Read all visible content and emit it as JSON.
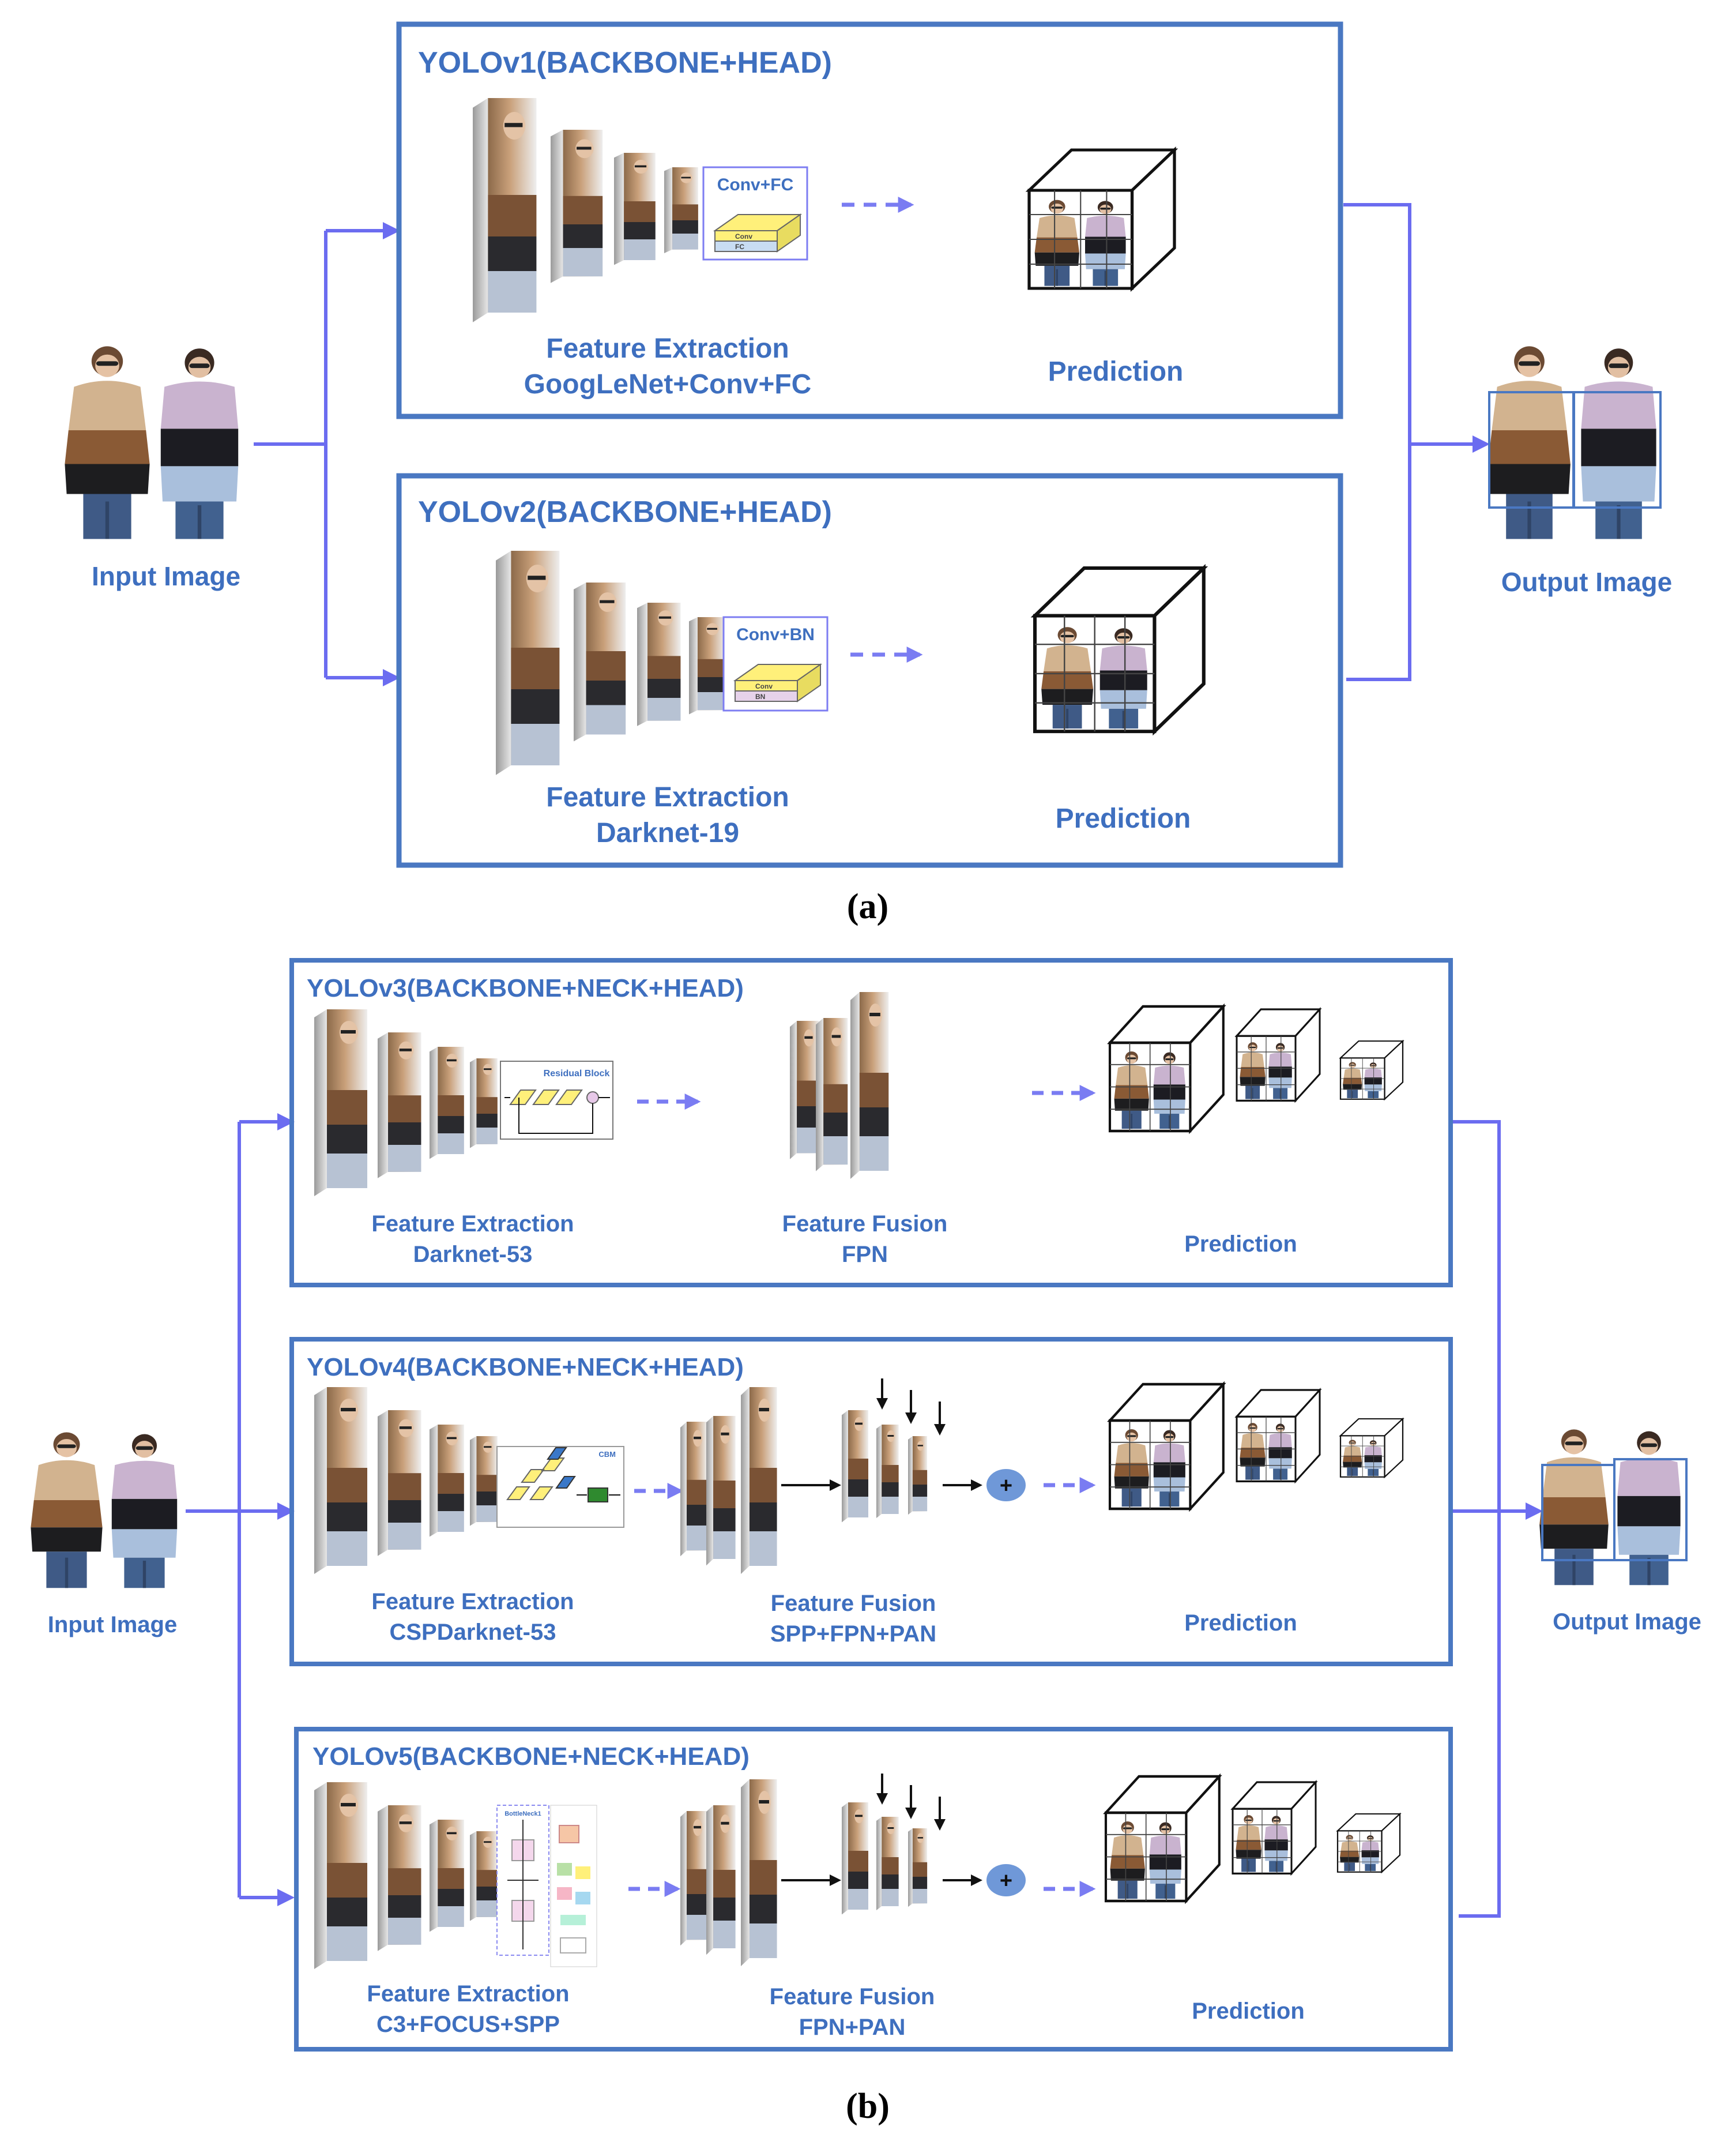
{
  "colors": {
    "box_border": "#4a78c2",
    "text_blue": "#3e6fbf",
    "arrow": "#6b6cf0",
    "dashed_arrow": "#7a7cf2",
    "black_arrow": "#111111",
    "plus_fill": "#6f98d8"
  },
  "panel_a": {
    "caption_open": "(",
    "caption_letter": "a",
    "caption_close": ")",
    "input_label": "Input Image",
    "output_label": "Output Image",
    "yolov1": {
      "title": "YOLOv1(BACKBONE+HEAD)",
      "block_label": "Conv+FC",
      "block_layer_top": "Conv",
      "block_layer_bottom": "FC",
      "feature_line1": "Feature Extraction",
      "feature_line2": "GoogLeNet+Conv+FC",
      "prediction": "Prediction"
    },
    "yolov2": {
      "title": "YOLOv2(BACKBONE+HEAD)",
      "block_label": "Conv+BN",
      "block_layer_top": "Conv",
      "block_layer_bottom": "BN",
      "feature_line1": "Feature Extraction",
      "feature_line2": "Darknet-19",
      "prediction": "Prediction"
    }
  },
  "panel_b": {
    "caption_open": "(",
    "caption_letter": "b",
    "caption_close": ")",
    "input_label": "Input Image",
    "output_label": "Output Image",
    "yolov3": {
      "title": "YOLOv3(BACKBONE+NECK+HEAD)",
      "block_label": "Residual Block",
      "feature_line1": "Feature Extraction",
      "feature_line2": "Darknet-53",
      "fusion_line1": "Feature Fusion",
      "fusion_line2": "FPN",
      "prediction": "Prediction"
    },
    "yolov4": {
      "title": "YOLOv4(BACKBONE+NECK+HEAD)",
      "block_label": "CBM",
      "feature_line1": "Feature Extraction",
      "feature_line2": "CSPDarknet-53",
      "fusion_line1": "Feature Fusion",
      "fusion_line2": "SPP+FPN+PAN",
      "plus_symbol": "+",
      "prediction": "Prediction"
    },
    "yolov5": {
      "title": "YOLOv5(BACKBONE+NECK+HEAD)",
      "block_label": "BottleNeck1",
      "feature_line1": "Feature Extraction",
      "feature_line2": "C3+FOCUS+SPP",
      "fusion_line1": "Feature Fusion",
      "fusion_line2": "FPN+PAN",
      "plus_symbol": "+",
      "prediction": "Prediction"
    }
  }
}
